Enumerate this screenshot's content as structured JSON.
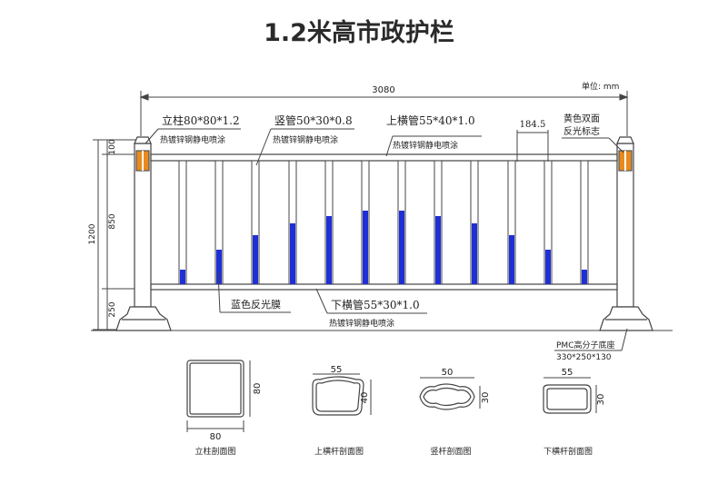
{
  "title": "1.2米高市政护栏",
  "unit_label": "单位: mm",
  "dims": {
    "total_length": "3080",
    "height_total": "1200",
    "height_top": "100",
    "height_mid": "850",
    "height_bottom": "250",
    "spacing": "184.5"
  },
  "callouts": {
    "post_spec": "立柱80*80*1.2",
    "post_finish": "热镀锌钢静电喷涂",
    "vertical_spec": "竖管50*30*0.8",
    "vertical_finish": "热镀锌钢静电喷涂",
    "top_rail_spec": "上横管55*40*1.0",
    "top_rail_finish": "热镀锌钢静电喷涂",
    "reflective_sign_1": "黄色双面",
    "reflective_sign_2": "反光标志",
    "blue_film": "蓝色反光膜",
    "bottom_rail_spec": "下横管55*30*1.0",
    "bottom_rail_finish": "热镀锌钢静电喷涂",
    "base_1": "PMC高分子底座",
    "base_2": "330*250*130"
  },
  "sections": [
    {
      "caption": "立柱剖面图",
      "width": "80",
      "height": "80"
    },
    {
      "caption": "上横杆剖面图",
      "width": "55",
      "height": "40"
    },
    {
      "caption": "竖杆剖面图",
      "width": "50",
      "height": "30"
    },
    {
      "caption": "下横杆剖面图",
      "width": "55",
      "height": "30"
    }
  ],
  "colors": {
    "blue_film": "#1f2fd6",
    "reflector_orange": "#e88a1e",
    "line": "#444444"
  }
}
